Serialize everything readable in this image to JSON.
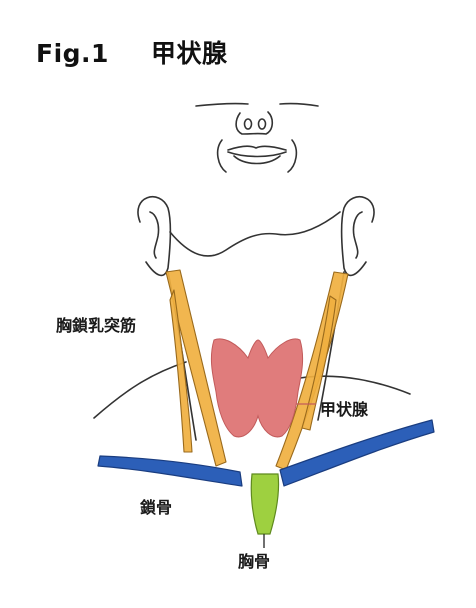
{
  "figure": {
    "number": "Fig.1",
    "title": "甲状腺"
  },
  "labels": {
    "scm": "胸鎖乳突筋",
    "thyroid": "甲状腺",
    "clavicle": "鎖骨",
    "sternum": "胸骨"
  },
  "colors": {
    "thyroid": "#e07c7c",
    "muscle": "#f0b040",
    "clavicle": "#2c5fb8",
    "sternum": "#9ed040",
    "line": "#333333"
  }
}
